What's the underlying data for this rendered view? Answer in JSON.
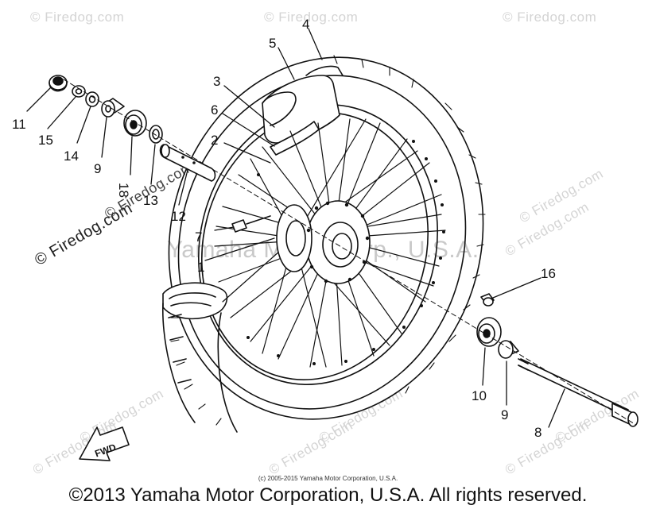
{
  "watermarks": {
    "corner": "© Firedog.com",
    "center": "Yamaha Motor Corp., U.S.A."
  },
  "callouts": [
    "1",
    "2",
    "3",
    "4",
    "5",
    "6",
    "7",
    "8",
    "9",
    "9",
    "10",
    "11",
    "12",
    "13",
    "14",
    "15",
    "16",
    "16"
  ],
  "fwd_label": "FWD",
  "small_copyright": "(c) 2005-2015 Yamaha Motor Corporation, U.S.A.",
  "footer_copyright": "©2013 Yamaha Motor Corporation, U.S.A. All rights reserved."
}
